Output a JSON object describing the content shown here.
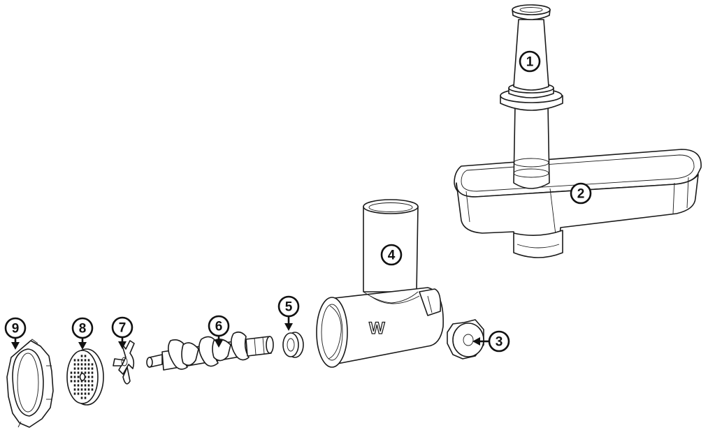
{
  "callouts": [
    {
      "id": "1",
      "label": "1"
    },
    {
      "id": "2",
      "label": "2"
    },
    {
      "id": "3",
      "label": "3"
    },
    {
      "id": "4",
      "label": "4"
    },
    {
      "id": "5",
      "label": "5"
    },
    {
      "id": "6",
      "label": "6"
    },
    {
      "id": "7",
      "label": "7"
    },
    {
      "id": "8",
      "label": "8"
    },
    {
      "id": "9",
      "label": "9"
    }
  ],
  "housing_logo": "W",
  "colors": {
    "line": "#1a1a1a",
    "background": "#ffffff"
  }
}
